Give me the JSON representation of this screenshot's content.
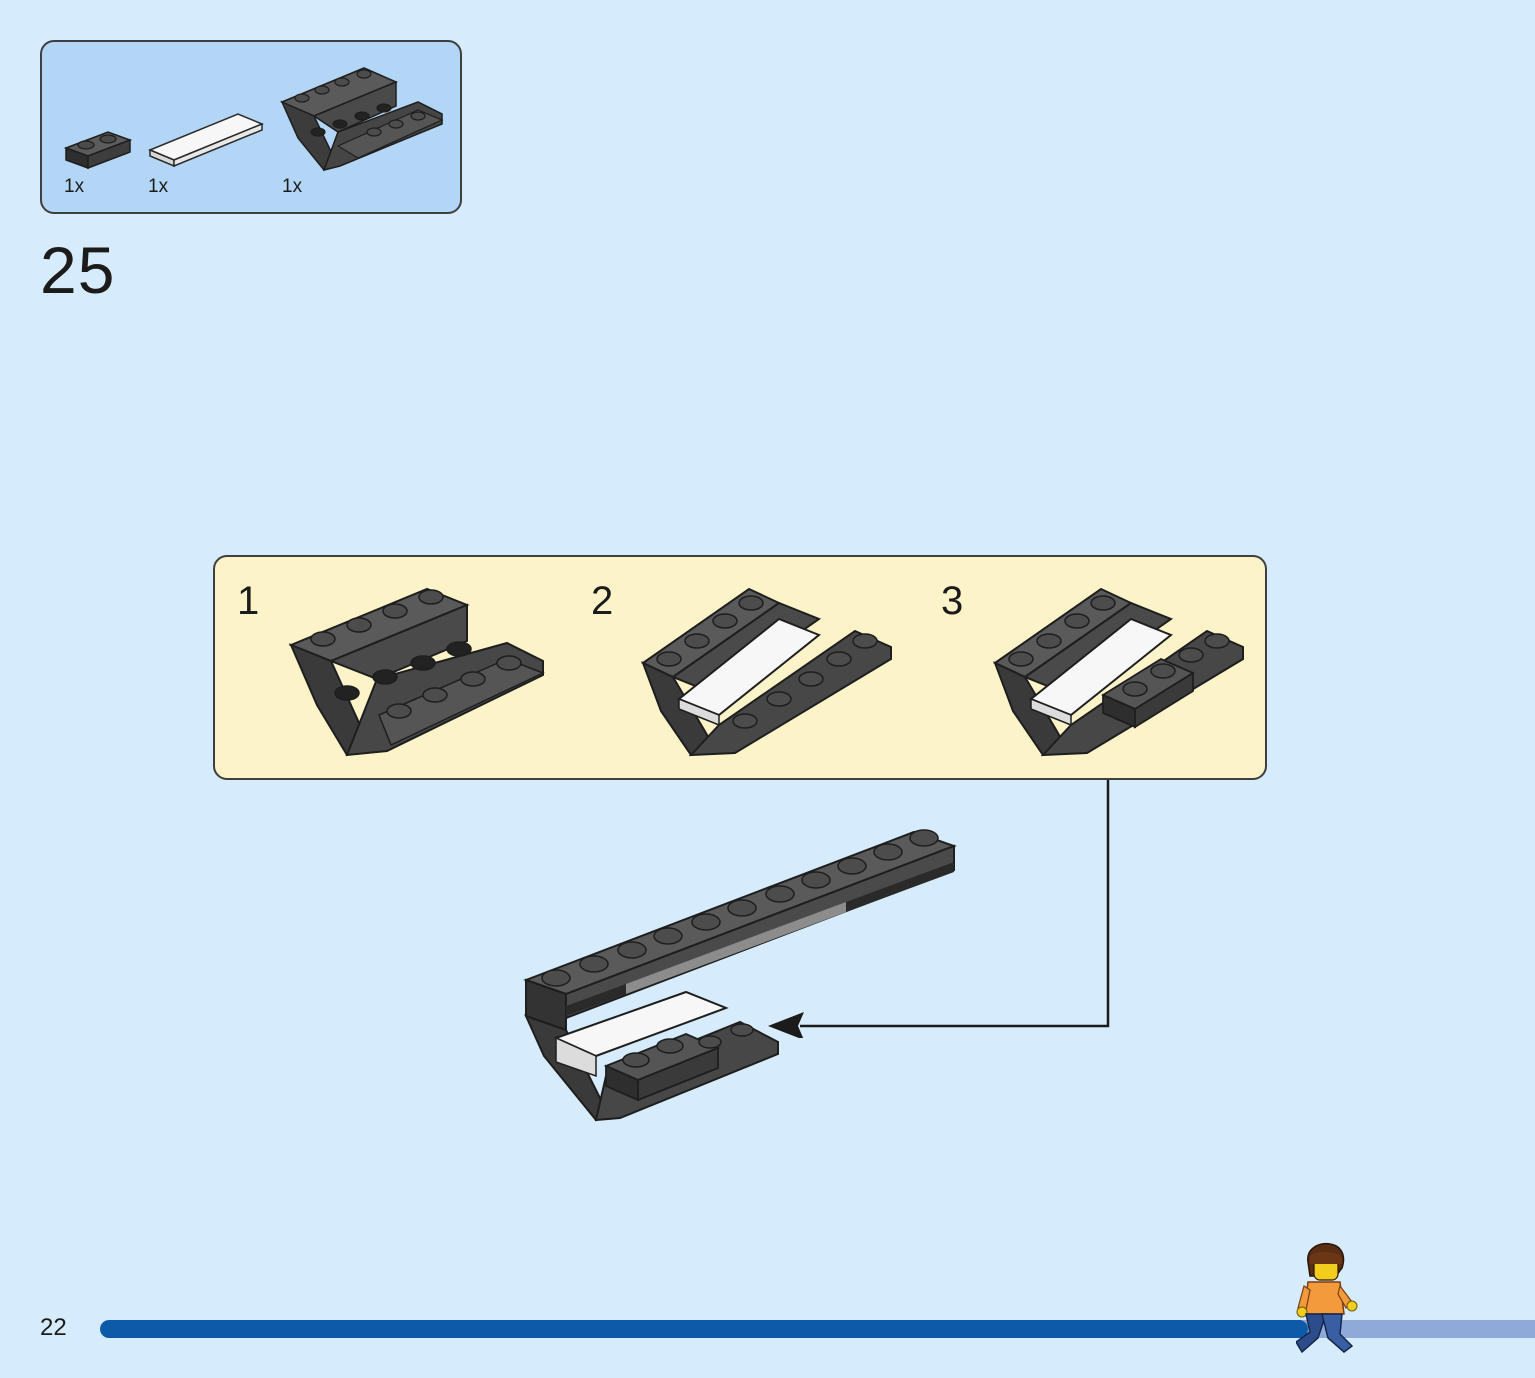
{
  "parts": [
    {
      "qty": "1x",
      "name": "plate-1x2-dark-gray"
    },
    {
      "qty": "1x",
      "name": "tile-1x4-white"
    },
    {
      "qty": "1x",
      "name": "slope-inverted-dark-gray"
    }
  ],
  "step": {
    "number": "25"
  },
  "sub_steps": [
    {
      "number": "1"
    },
    {
      "number": "2"
    },
    {
      "number": "3"
    }
  ],
  "page": {
    "number": "22"
  },
  "progress": {
    "fraction": 0.842
  },
  "colors": {
    "background": "#d6ebfb",
    "parts_box": "#b3d6f6",
    "sub_panel": "#fdf3c9",
    "brick_dark": "#4b4b4b",
    "brick_white": "#f7f7f7",
    "progress_fill": "#0c5aa8",
    "progress_track": "#8fa9d9"
  }
}
